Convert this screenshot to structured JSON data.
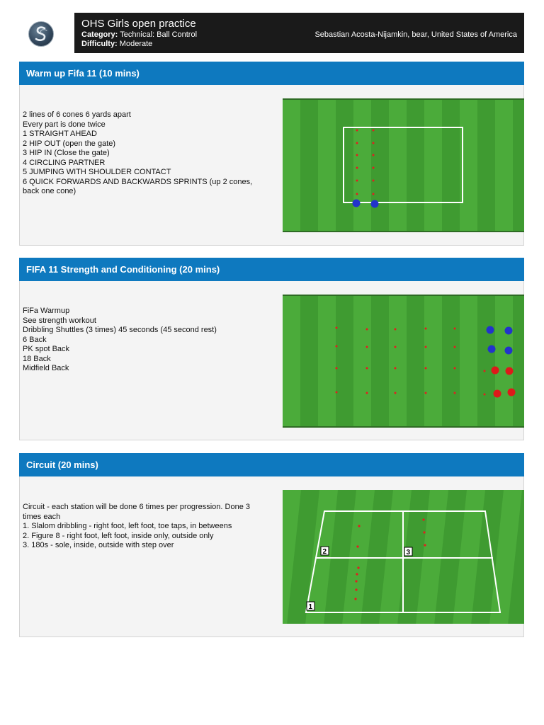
{
  "header": {
    "title": "OHS Girls open practice",
    "category_label": "Category:",
    "category_value": "Technical: Ball Control",
    "difficulty_label": "Difficulty:",
    "difficulty_value": "Moderate",
    "author": "Sebastian Acosta-Nijamkin, bear, United States of America"
  },
  "sections": [
    {
      "title": "Warm up Fifa 11 (10 mins)",
      "lines": [
        "2 lines of 6 cones 6 yards apart",
        "Every part is done twice",
        "1 STRAIGHT AHEAD",
        "2 HIP OUT (open the gate)",
        "3 HIP IN (Close the gate)",
        "4 CIRCLING PARTNER",
        "5 JUMPING WITH SHOULDER CONTACT",
        "6 QUICK FORWARDS AND BACKWARDS SPRINTS (up 2 cones, back one cone)"
      ]
    },
    {
      "title": "FIFA 11 Strength and Conditioning (20 mins)",
      "lines": [
        "FiFa Warmup",
        "See strength workout",
        "Dribbling Shuttles (3 times) 45 seconds (45 second rest)",
        "6 Back",
        "PK spot Back",
        "18 Back",
        "Midfield Back"
      ]
    },
    {
      "title": "Circuit (20 mins)",
      "lines": [
        "Circuit - each station will be done 6 times per progression. Done 3 times each",
        "1. Slalom dribbling - right foot, left foot, toe taps, in betweens",
        "2. Figure 8 - right foot, left foot, inside only, outside only",
        "3. 180s - sole, inside, outside with step over"
      ],
      "station_labels": [
        "1",
        "2",
        "3"
      ]
    }
  ],
  "colors": {
    "header_bg": "#1a1a1a",
    "section_bar": "#0e79bf",
    "grass_light": "#4bab3a",
    "grass_dark": "#3f9b31",
    "cone": "#e02020",
    "player_blue": "#2233cc",
    "player_red": "#dd1a1a"
  }
}
